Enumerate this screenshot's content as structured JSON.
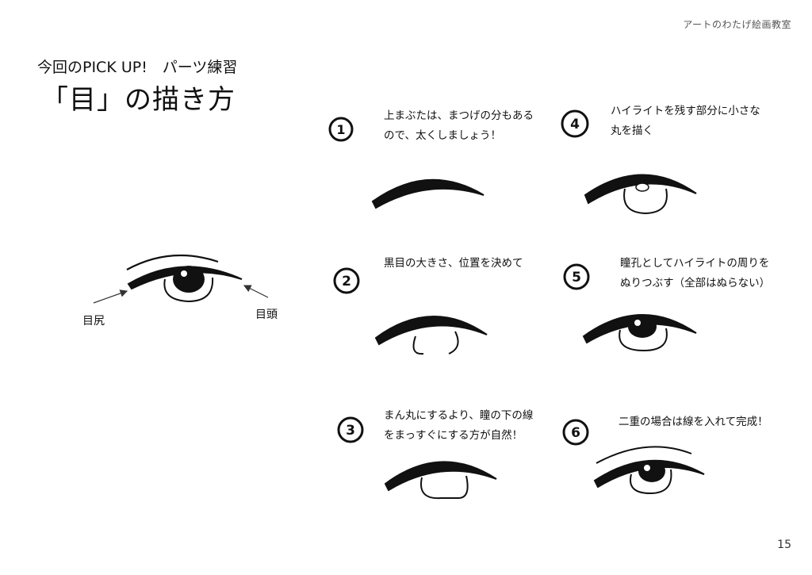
{
  "brand": "アートのわたげ絵画教室",
  "subtitle": "今回のPICK UP!　パーツ練習",
  "title": "「目」の描き方",
  "labels": {
    "outer_corner": "目尻",
    "inner_corner": "目頭"
  },
  "steps": [
    {
      "num": "1",
      "text": "上まぶたは、まつげの分もあるので、太くしましょう！"
    },
    {
      "num": "2",
      "text": "黒目の大きさ、位置を決めて"
    },
    {
      "num": "3",
      "text": "まん丸にするより、瞳の下の線をまっすぐにする方が自然！"
    },
    {
      "num": "4",
      "text": "ハイライトを残す部分に小さな丸を描く"
    },
    {
      "num": "5",
      "text": "瞳孔としてハイライトの周りをぬりつぶす（全部はぬらない）"
    },
    {
      "num": "6",
      "text": "二重の場合は線を入れて完成！"
    }
  ],
  "page_number": "15"
}
